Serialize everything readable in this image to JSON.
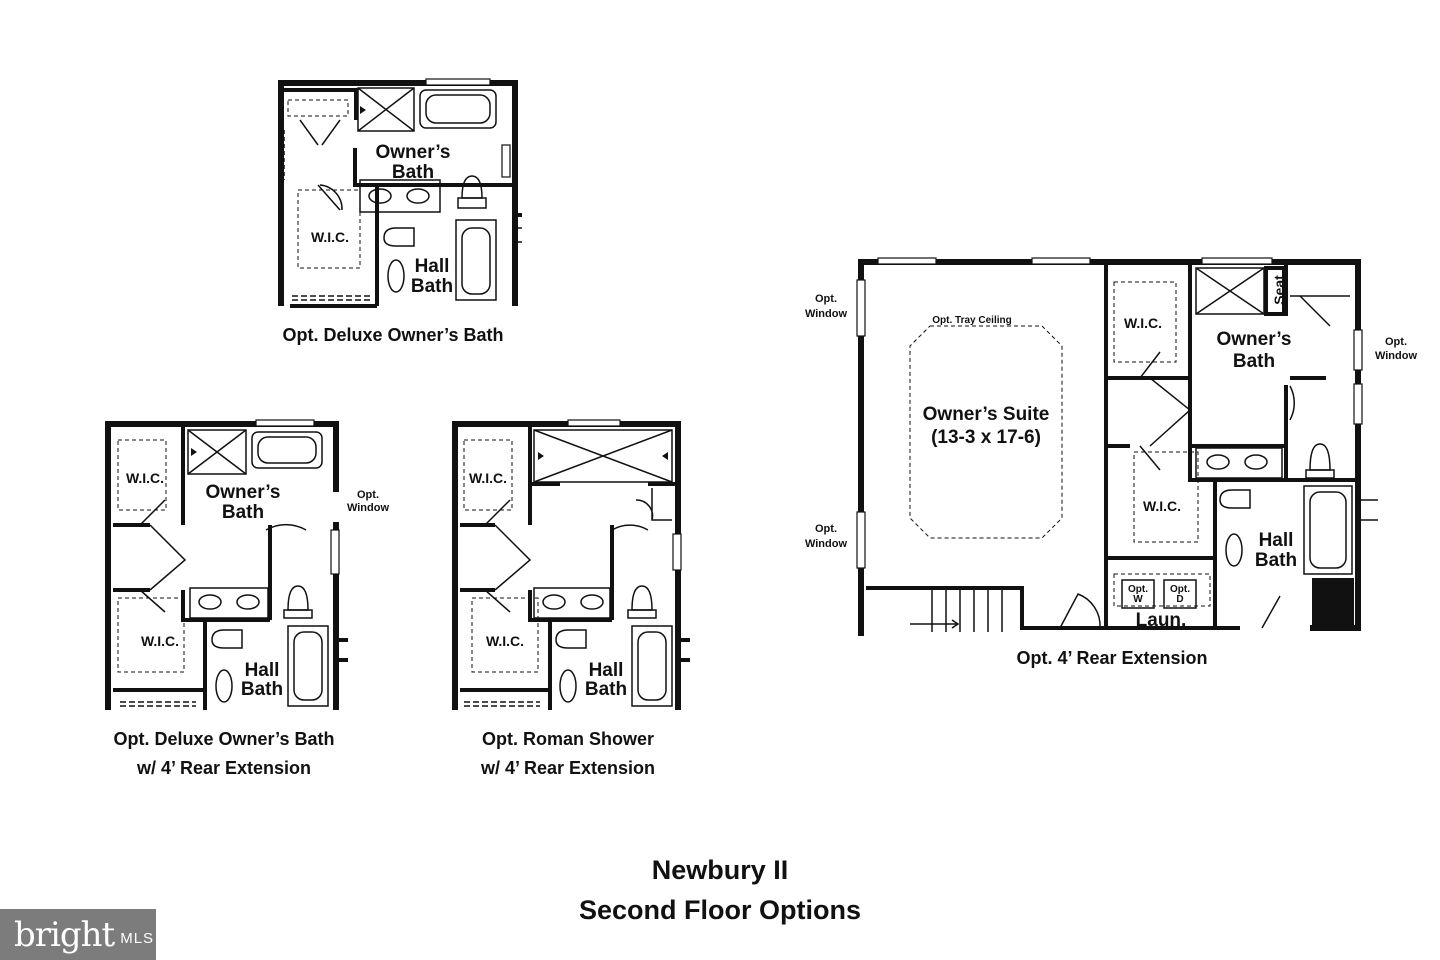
{
  "title": {
    "line1": "Newbury II",
    "line2": "Second Floor Options"
  },
  "captions": {
    "plan1": "Opt. Deluxe Owner’s Bath",
    "plan2_line1": "Opt. Deluxe Owner’s Bath",
    "plan2_line2": "w/ 4’ Rear Extension",
    "plan3_line1": "Opt. Roman Shower",
    "plan3_line2": "w/ 4’ Rear Extension",
    "plan4": "Opt. 4’ Rear Extension"
  },
  "rooms": {
    "owners_bath_1": "Owner’s",
    "owners_bath_2": "Bath",
    "hall_bath_1": "Hall",
    "hall_bath_2": "Bath",
    "wic": "W.I.C.",
    "owners_suite": "Owner’s Suite",
    "owners_suite_size": "(13-3 x 17-6)",
    "laundry": "Laun.",
    "seat": "Seat",
    "tray": "Opt. Tray Ceiling",
    "opt": "Opt.",
    "window": "Window",
    "opt_w": "W",
    "opt_d": "D"
  },
  "logo": {
    "brand": "bright",
    "suffix": "MLS"
  }
}
